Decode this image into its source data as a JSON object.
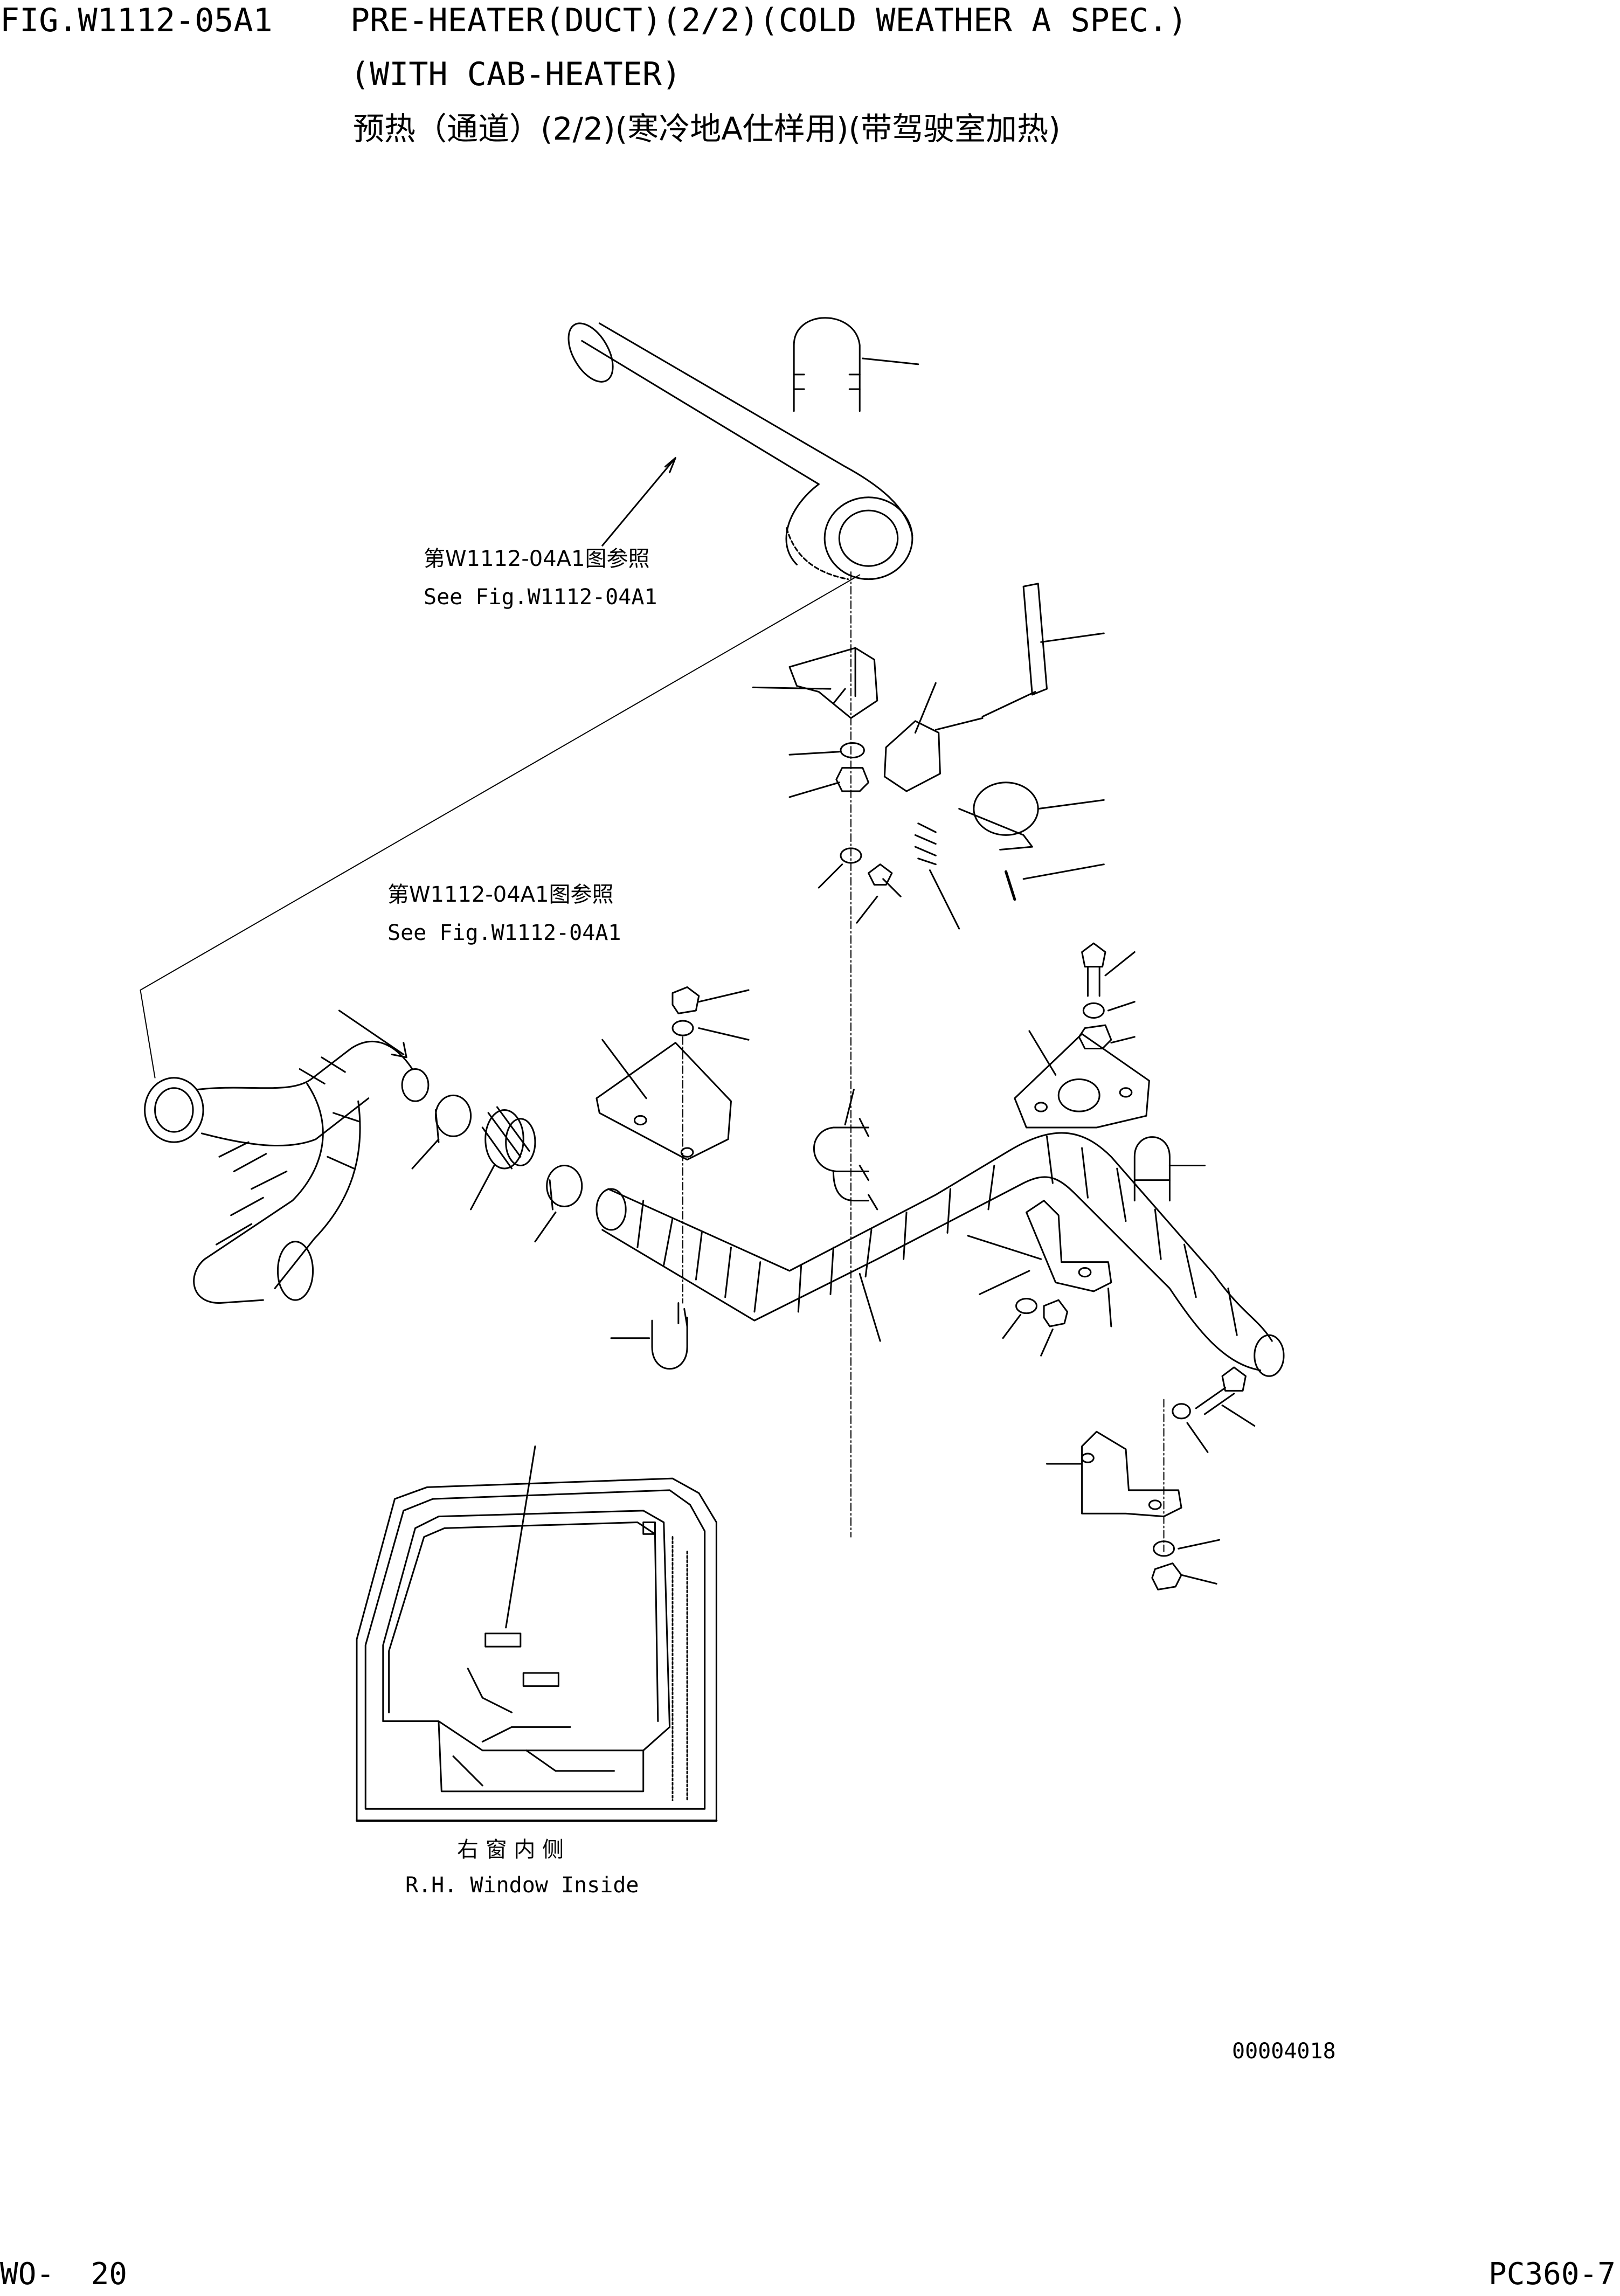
{
  "header": {
    "fig_number": "FIG.W1112-05A1",
    "title_line1": "PRE-HEATER(DUCT)(2/2)(COLD WEATHER A SPEC.)",
    "title_line2": "(WITH CAB-HEATER)",
    "title_line3": "预热（通道）(2/2)(寒冷地A仕样用)(带驾驶室加热)"
  },
  "references": [
    {
      "cn": "第W1112-04A1图参照",
      "en": "See Fig.W1112-04A1"
    },
    {
      "cn": "第W1112-04A1图参照",
      "en": "See Fig.W1112-04A1"
    }
  ],
  "window_view": {
    "cn": "右 窗 内 侧",
    "en": "R.H. Window Inside"
  },
  "drawing_number": "00004018",
  "footer": {
    "page": "WO-  20",
    "model": "PC360-7"
  }
}
